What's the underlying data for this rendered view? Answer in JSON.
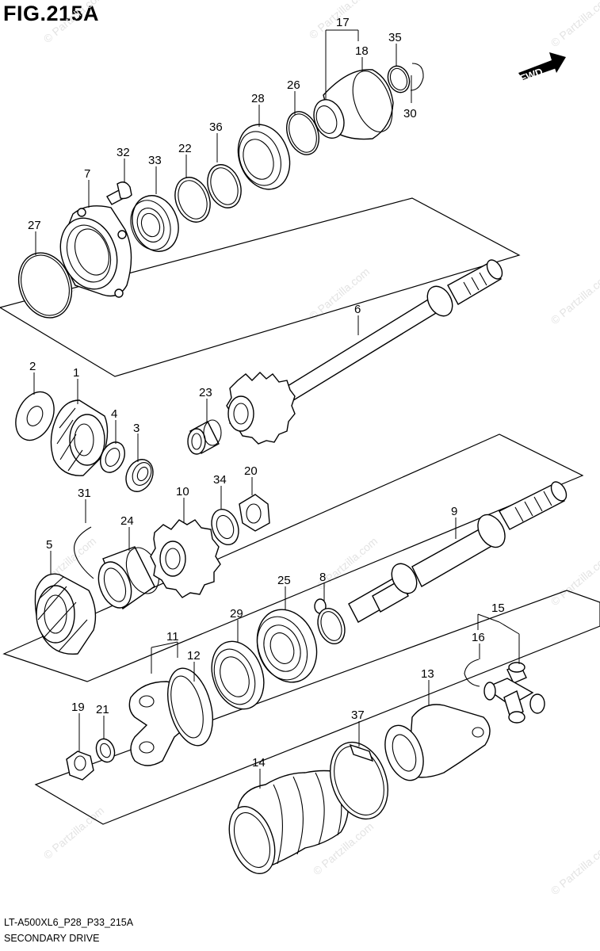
{
  "figure": {
    "title": "FIG.215A",
    "code": "LT-A500XL6_P28_P33_215A",
    "name": "SECONDARY DRIVE",
    "direction_label": "FWD",
    "watermark": "© Partzilla.com"
  },
  "callouts": [
    "1",
    "2",
    "3",
    "4",
    "5",
    "6",
    "7",
    "8",
    "9",
    "10",
    "11",
    "12",
    "13",
    "14",
    "15",
    "16",
    "17",
    "18",
    "19",
    "20",
    "21",
    "22",
    "23",
    "24",
    "25",
    "26",
    "27",
    "28",
    "29",
    "30",
    "31",
    "32",
    "33",
    "34",
    "35",
    "36",
    "37"
  ]
}
